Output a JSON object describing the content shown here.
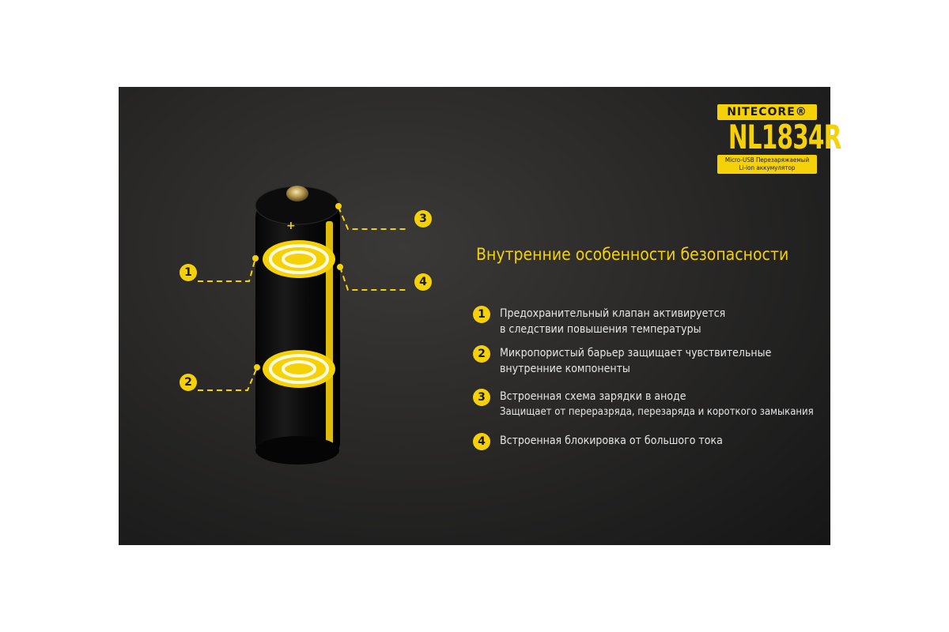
{
  "logo": {
    "brand": "NITECORE®",
    "model": "NL1834R",
    "subtitle_line1": "Micro-USB Перезаряжаемый",
    "subtitle_line2": "Li-ion аккумулятор"
  },
  "heading": "Внутренние особенности безопасности",
  "battery": {
    "plus_sign": "+"
  },
  "callouts": [
    "1",
    "2",
    "3",
    "4"
  ],
  "features": [
    {
      "num": "1",
      "line1": "Предохранительный клапан активируется",
      "line2": "в следствии повышения температуры"
    },
    {
      "num": "2",
      "line1": "Микропористый барьер защищает чувствительные",
      "line2": "внутренние компоненты"
    },
    {
      "num": "3",
      "line1": "Встроенная схема зарядки в аноде",
      "line2": "Защищает от переразряда, перезаряда и короткого замыкания"
    },
    {
      "num": "4",
      "line1": "Встроенная блокировка от большого тока",
      "line2": ""
    }
  ],
  "colors": {
    "accent": "#f5d10a",
    "background": "#1b1b1b",
    "text": "#e6e6e6"
  }
}
